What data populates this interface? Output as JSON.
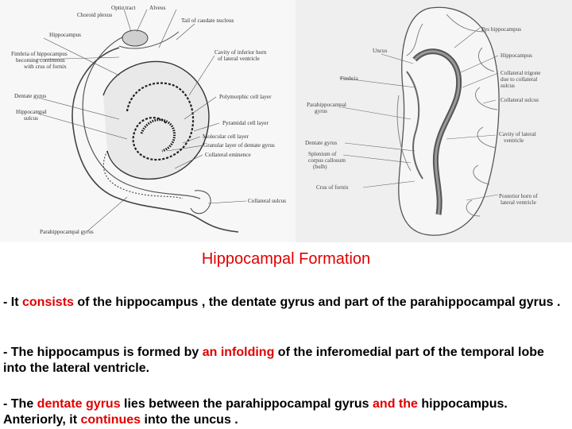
{
  "slide": {
    "title": "Hippocampal Formation",
    "paragraphs": [
      [
        {
          "t": "- It ",
          "hl": false
        },
        {
          "t": "consists",
          "hl": true
        },
        {
          "t": " of the hippocampus , the dentate gyrus and part of the parahippocampal gyrus .",
          "hl": false
        }
      ],
      [
        {
          "t": "- The hippocampus is formed by ",
          "hl": false
        },
        {
          "t": "an infolding",
          "hl": true
        },
        {
          "t": " of the inferomedial part of the temporal lobe into the lateral ventricle.",
          "hl": false
        }
      ],
      [
        {
          "t": " - The ",
          "hl": false
        },
        {
          "t": "dentate gyrus",
          "hl": true
        },
        {
          "t": " lies between the parahippocampal gyrus ",
          "hl": false
        },
        {
          "t": "and the",
          "hl": true
        },
        {
          "t": " hippocampus. Anteriorly, it ",
          "hl": false
        },
        {
          "t": "continues",
          "hl": true
        },
        {
          "t": " into the uncus .",
          "hl": false
        }
      ]
    ],
    "highlight_color": "#e00000"
  },
  "figure_left": {
    "labels": {
      "optic_tract": "Optic tract",
      "alveus": "Alveus",
      "choroid_plexus": "Choroid plexus",
      "tail_caudate": "Tail of caudate nucleus",
      "hippocampus": "Hippocampus",
      "fimbria": "Fimbria of hippocampus",
      "fimbria2": "becoming continuous",
      "fimbria3": "with crus of fornix",
      "cavity_inferior": "Cavity of inferior horn",
      "cavity_inferior2": "of lateral ventricle",
      "dentate_gyrus": "Dentate gyrus",
      "hippocampal_sulcus": "Hippocampal",
      "hippocampal_sulcus2": "sulcus",
      "polymorphic": "Polymorphic cell layer",
      "pyramidal": "Pyramidal cell layer",
      "molecular": "Molecular cell layer",
      "granular": "Granular layer of dentate gyrus",
      "collateral_eminence": "Collateral eminence",
      "collateral_sulcus": "Collateral sulcus",
      "parahippocampal": "Parahippocampal gyrus"
    }
  },
  "figure_right": {
    "labels": {
      "pes_hippocampus": "Pes hippocampus",
      "uncus": "Uncus",
      "hippocampus": "Hippocampus",
      "fimbria": "Fimbria",
      "collateral_trigone": "Collateral trigone",
      "collateral_trigone2": "due to collateral",
      "collateral_trigone3": "sulcus",
      "parahippocampal": "Parahippocampal",
      "parahippocampal2": "gyrus",
      "collateral_sulcus": "Collateral sulcus",
      "cavity_lateral": "Cavity of lateral",
      "cavity_lateral2": "ventricle",
      "dentate_gyrus": "Dentate gyrus",
      "splenium": "Splenium of",
      "splenium2": "corpus callosum",
      "splenium3": "(bulb)",
      "crus_fornix": "Crus of fornix",
      "posterior_horn": "Posterior horn of",
      "posterior_horn2": "lateral ventricle"
    }
  }
}
